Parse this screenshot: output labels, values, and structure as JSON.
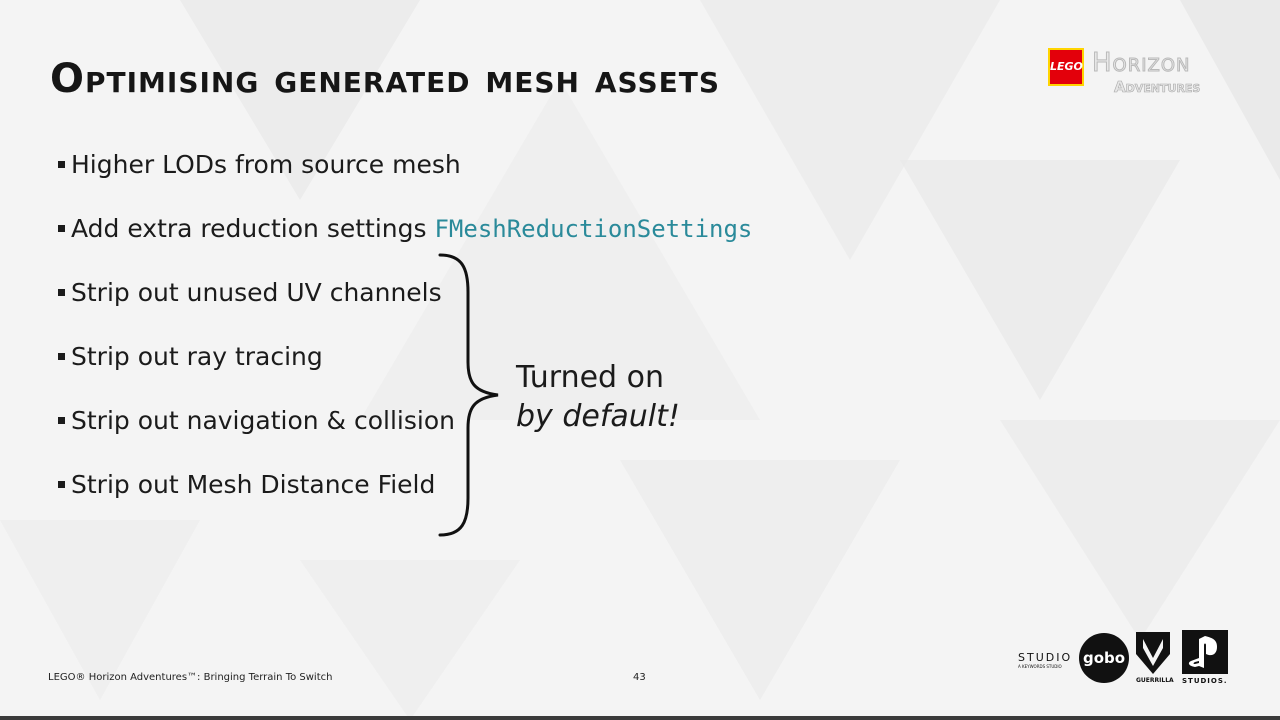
{
  "slide": {
    "title": "Optimising generated mesh assets",
    "bullets": [
      {
        "text": "Higher LODs from source mesh"
      },
      {
        "text": "Add extra reduction settings ",
        "code": "FMeshReductionSettings"
      },
      {
        "text": "Strip out unused UV channels"
      },
      {
        "text": "Strip out ray tracing"
      },
      {
        "text": "Strip out navigation & collision"
      },
      {
        "text": "Strip out Mesh Distance Field"
      }
    ],
    "note_line1": "Turned on",
    "note_line2": "by default!",
    "code_color": "#2a8a9a"
  },
  "logo": {
    "brand": "LEGO",
    "title": "Horizon",
    "subtitle": "Adventures"
  },
  "footer": {
    "left_text": "LEGO® Horizon Adventures™: Bringing Terrain To Switch",
    "page_number": "43",
    "studio_label": "STUDIO",
    "studio_sub": "A KEYWORDS STUDIO",
    "gobo": "gobo",
    "guerrilla": "GUERRILLA",
    "studios": "STUDIOS."
  }
}
